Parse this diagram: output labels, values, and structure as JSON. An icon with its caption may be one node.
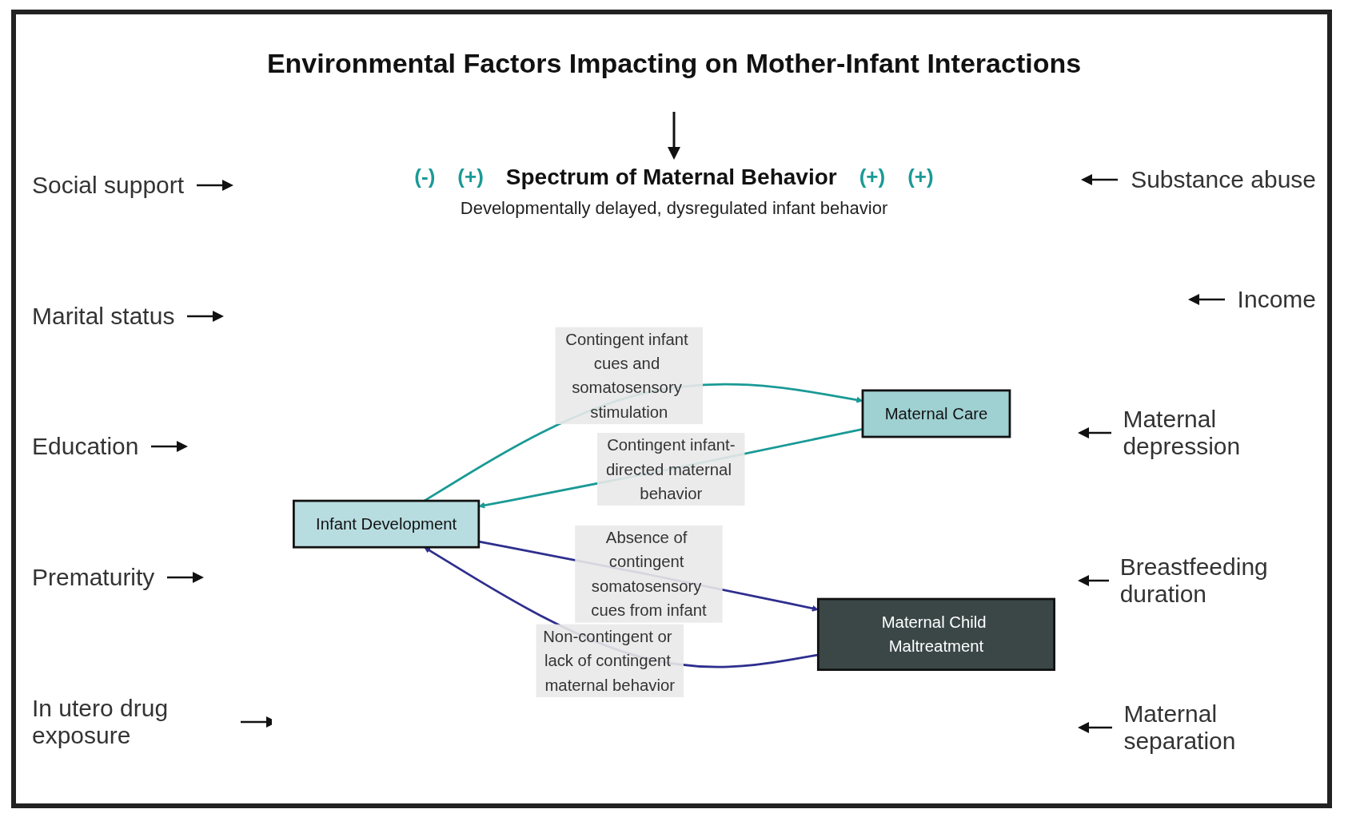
{
  "diagram": {
    "title": "Environmental Factors Impacting on Mother-Infant Interactions",
    "nodes": [
      {
        "text": [
          "Infant Development"
        ]
      },
      {
        "text": [
          "Maternal Care"
        ]
      },
      {
        "text": [
          "Maternal Child Maltreatment"
        ]
      }
    ],
    "edges": [
      {
        "from": 1,
        "to": 0,
        "arrow": "to",
        "label": "Contingent infant-directed maternal behavior",
        "color": "#1a9a96"
      },
      {
        "from": 0,
        "to": 1,
        "arrow": "to",
        "label": "Contingent infant cues and somatosensory stimulation",
        "color": "#1a9a96"
      },
      {
        "from": 2,
        "to": 0,
        "arrow": "to",
        "label": "Non-contingent or lack of contingent maternal behavior",
        "color": "#2e2e8e"
      },
      {
        "from": 0,
        "to": 2,
        "arrow": "to",
        "label": "Absence of contingent somatosensory cues from infant",
        "color": "#2e2e8e"
      }
    ],
    "labels": [
      "Social support",
      "Substance abuse",
      "Marital status",
      "Income",
      "Maternal depression",
      "Education",
      "(-)",
      "(+)",
      "Spectrum of Maternal Behavior",
      "(+)",
      "(+)",
      "Prematurity",
      "Breastfeeding duration",
      "Developmentally delayed, dysregulated infant behavior",
      "In utero drug exposure",
      "Maternal separation"
    ]
  }
}
